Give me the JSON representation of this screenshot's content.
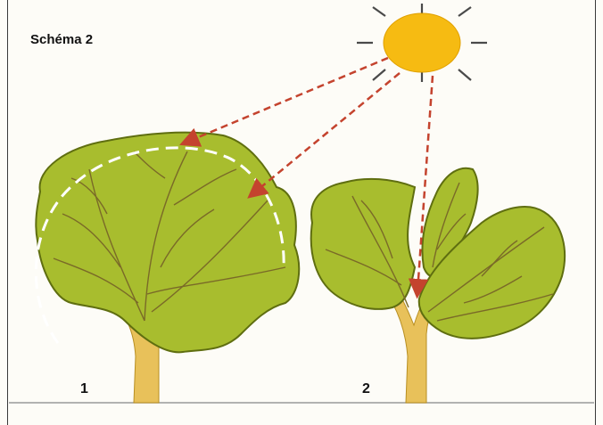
{
  "title": "Schéma 2",
  "trees": [
    {
      "label": "1"
    },
    {
      "label": "2"
    }
  ],
  "colors": {
    "foliage": "#a8bd2e",
    "foliage_outline": "#5f6e10",
    "branch": "#7a6a28",
    "trunk": "#e8c15a",
    "sun": "#f6bb12",
    "sun_ray": "#4a4a4a",
    "arrow": "#c4432e",
    "canopy_arc": "#ffffff",
    "ground": "#9a9a9a"
  }
}
